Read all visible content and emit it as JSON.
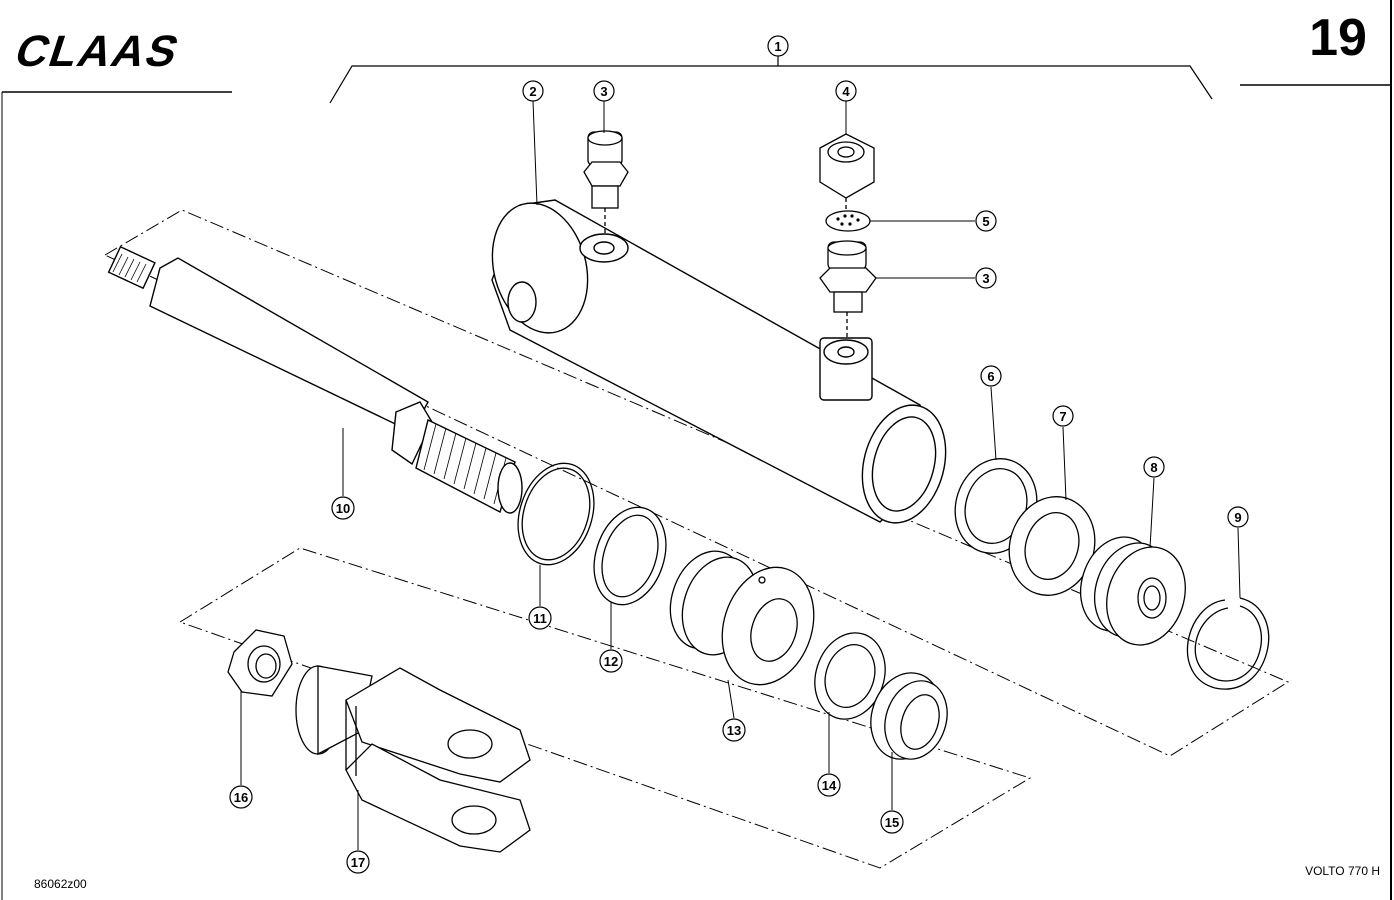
{
  "header": {
    "brand": "CLAAS",
    "page_number": "19"
  },
  "footer": {
    "drawing_code": "86062z00",
    "model": "VOLTO 770 H"
  },
  "callouts": [
    "1",
    "2",
    "3",
    "4",
    "5",
    "3",
    "6",
    "7",
    "8",
    "9",
    "10",
    "11",
    "12",
    "13",
    "14",
    "15",
    "16",
    "17"
  ],
  "colors": {
    "ink": "#000000",
    "paper": "#ffffff"
  }
}
